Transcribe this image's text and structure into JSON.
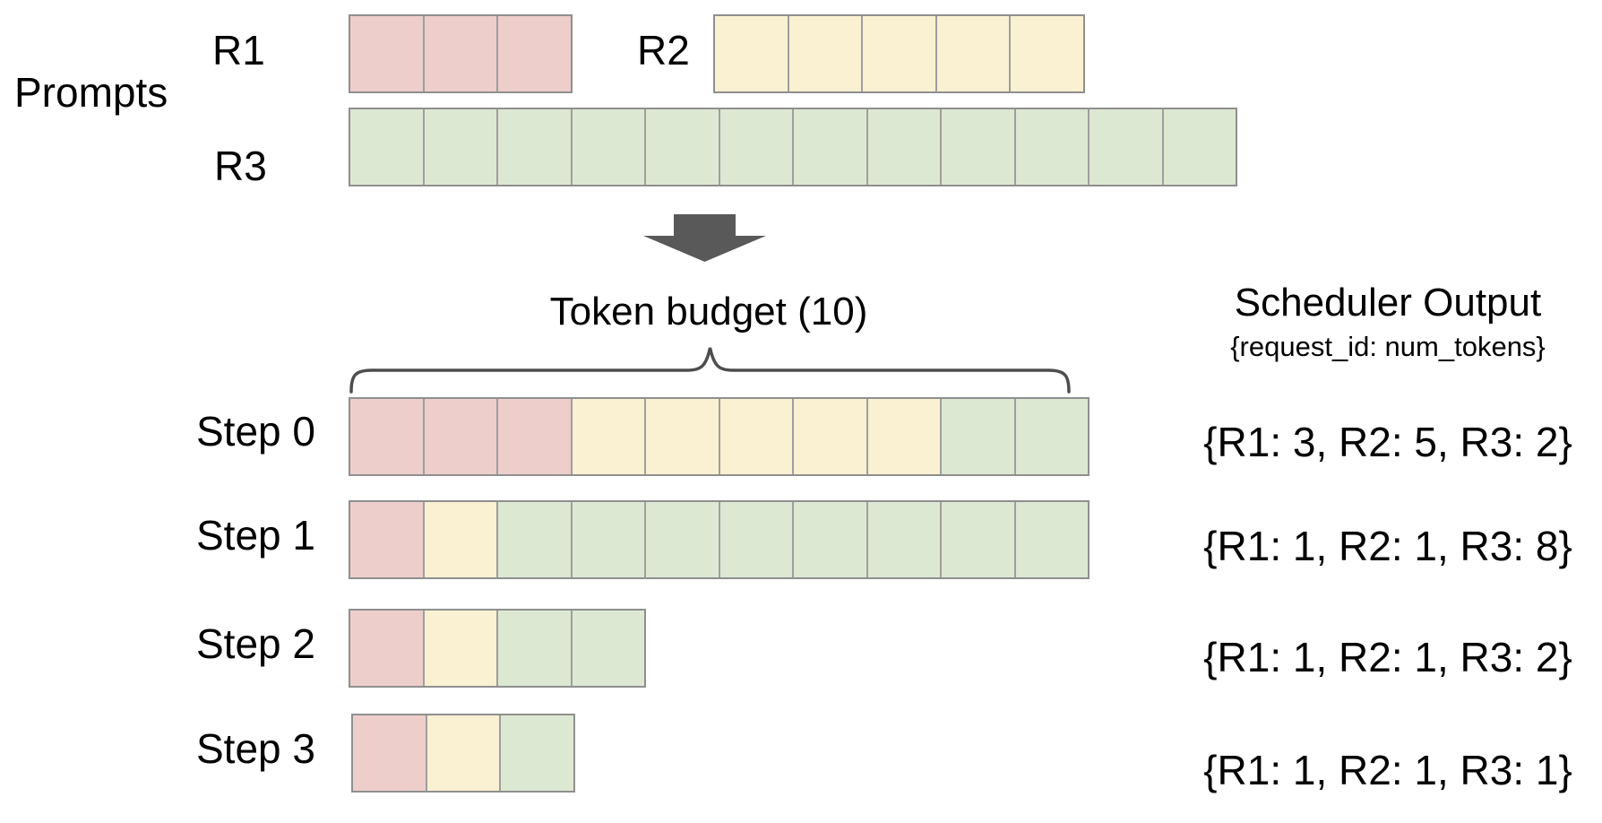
{
  "colors": {
    "background": "#ffffff",
    "text": "#000000",
    "cell_border": "#9e9e9e",
    "row_outline": "#8f8f8f",
    "arrow": "#595959",
    "brace": "#4d4d4d",
    "request_colors": {
      "R1": "#edcecb",
      "R2": "#faf0d2",
      "R3": "#dde8d3"
    }
  },
  "prompts": {
    "section_label": "Prompts",
    "rows": [
      {
        "id": "R1",
        "label": "R1",
        "num_tokens": 3,
        "segments": [
          {
            "req": "R1",
            "count": 3
          }
        ]
      },
      {
        "id": "R2",
        "label": "R2",
        "num_tokens": 5,
        "segments": [
          {
            "req": "R2",
            "count": 5
          }
        ]
      },
      {
        "id": "R3",
        "label": "R3",
        "num_tokens": 12,
        "segments": [
          {
            "req": "R3",
            "count": 12
          }
        ]
      }
    ]
  },
  "token_budget": {
    "label": "Token budget (10)",
    "value": 10
  },
  "scheduler": {
    "title": "Scheduler Output",
    "subtitle": "{request_id: num_tokens}"
  },
  "steps": [
    {
      "label": "Step 0",
      "segments": [
        {
          "req": "R1",
          "count": 3
        },
        {
          "req": "R2",
          "count": 5
        },
        {
          "req": "R3",
          "count": 2
        }
      ],
      "output": "{R1: 3, R2: 5, R3: 2}"
    },
    {
      "label": "Step 1",
      "segments": [
        {
          "req": "R1",
          "count": 1
        },
        {
          "req": "R2",
          "count": 1
        },
        {
          "req": "R3",
          "count": 8
        }
      ],
      "output": "{R1: 1, R2: 1, R3: 8}"
    },
    {
      "label": "Step 2",
      "segments": [
        {
          "req": "R1",
          "count": 1
        },
        {
          "req": "R2",
          "count": 1
        },
        {
          "req": "R3",
          "count": 2
        }
      ],
      "output": "{R1: 1, R2: 1, R3: 2}"
    },
    {
      "label": "Step 3",
      "segments": [
        {
          "req": "R1",
          "count": 1
        },
        {
          "req": "R2",
          "count": 1
        },
        {
          "req": "R3",
          "count": 1
        }
      ],
      "output": "{R1: 1, R2: 1, R3: 1}"
    }
  ]
}
